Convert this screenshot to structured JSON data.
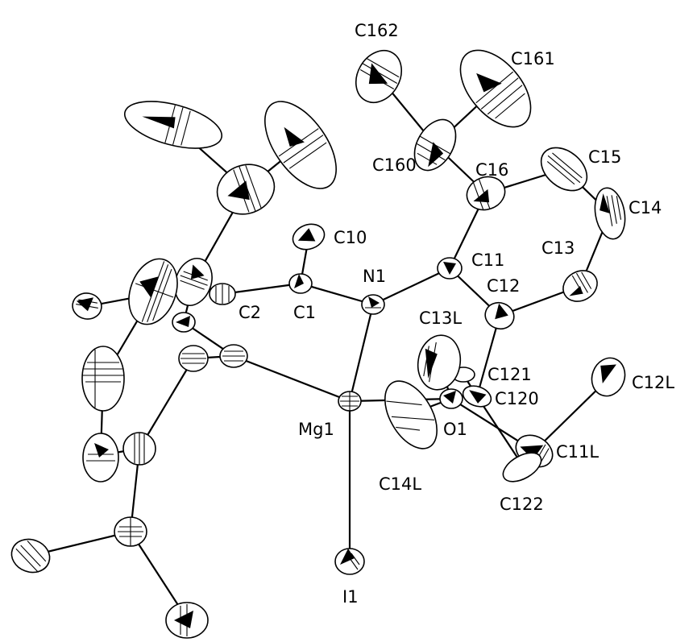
{
  "labels": {
    "C162": "C162",
    "C161": "C161",
    "C160": "C160",
    "C16": "C16",
    "C15": "C15",
    "C14": "C14",
    "C13": "C13",
    "C11": "C11",
    "C12": "C12",
    "C10": "C10",
    "N1": "N1",
    "C1": "C1",
    "C2": "C2",
    "C13L": "C13L",
    "C121": "C121",
    "C120": "C120",
    "C12L": "C12L",
    "Mg1": "Mg1",
    "O1": "O1",
    "C11L": "C11L",
    "C14L": "C14L",
    "C122": "C122",
    "I1": "I1"
  }
}
